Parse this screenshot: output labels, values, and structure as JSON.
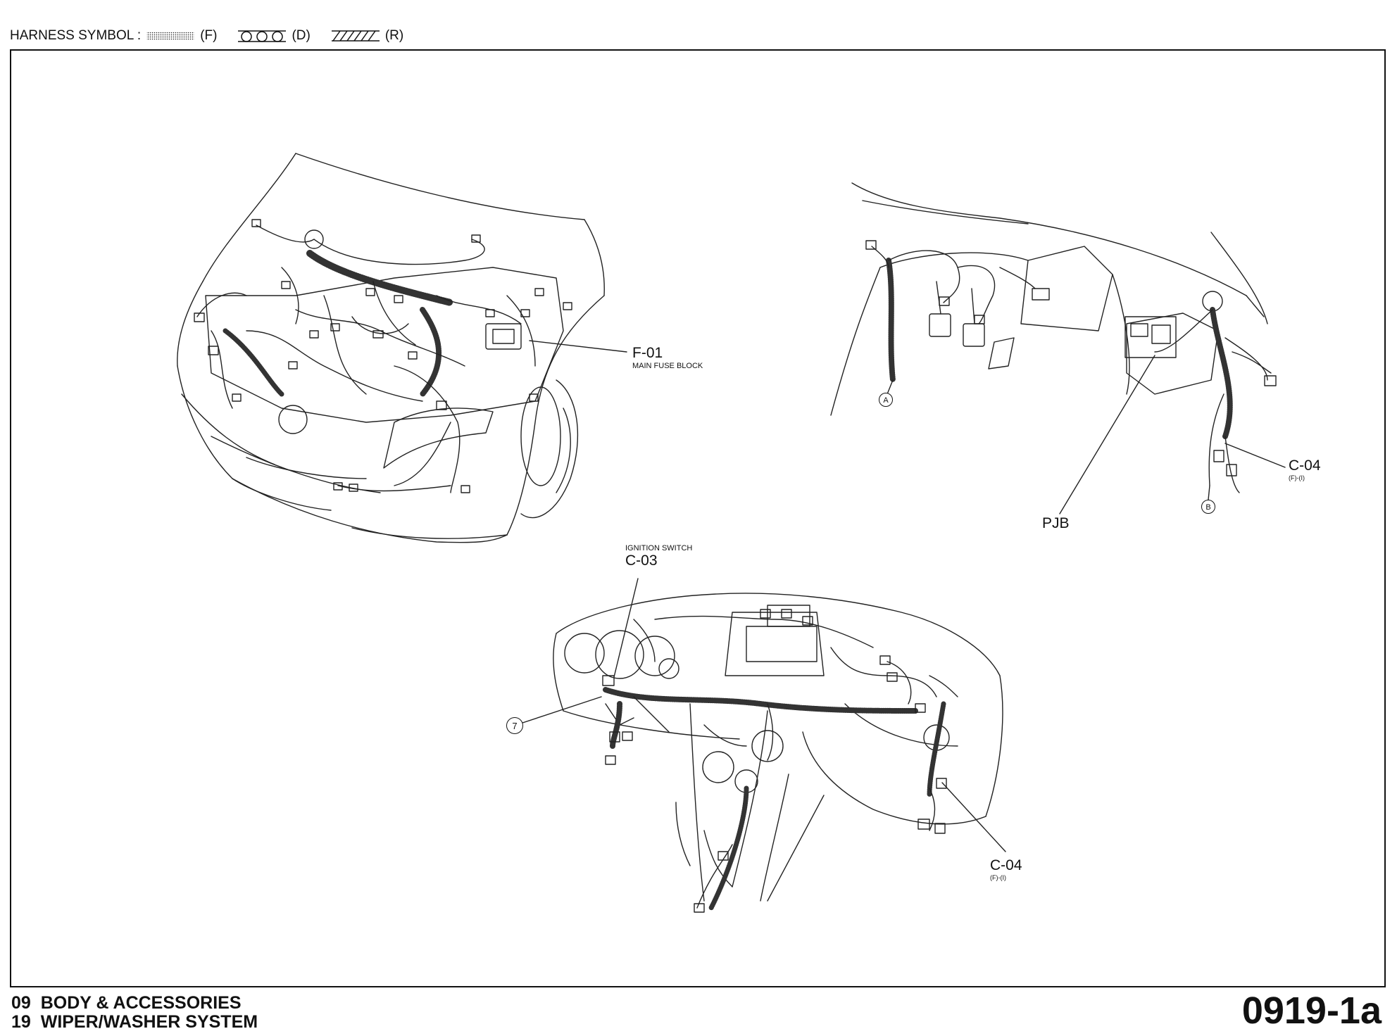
{
  "legend": {
    "label": "HARNESS SYMBOL :",
    "items": [
      {
        "code": "(F)",
        "pattern": "dotted"
      },
      {
        "code": "(D)",
        "pattern": "circles"
      },
      {
        "code": "(R)",
        "pattern": "hatched"
      }
    ]
  },
  "callouts": {
    "f01": {
      "code": "F-01",
      "name": "MAIN FUSE BLOCK"
    },
    "c04_right": {
      "code": "C-04",
      "sub": "(F)-(I)"
    },
    "pjb": {
      "code": "PJB"
    },
    "c03": {
      "name": "IGNITION SWITCH",
      "code": "C-03"
    },
    "c04_dash": {
      "code": "C-04",
      "sub": "(F)-(I)"
    },
    "marker_7": "7",
    "marker_a": "A",
    "marker_b": "B"
  },
  "footer": {
    "line1_num": "09",
    "line1_text": "BODY & ACCESSORIES",
    "line2_num": "19",
    "line2_text": "WIPER/WASHER SYSTEM"
  },
  "page_code": "0919-1a"
}
